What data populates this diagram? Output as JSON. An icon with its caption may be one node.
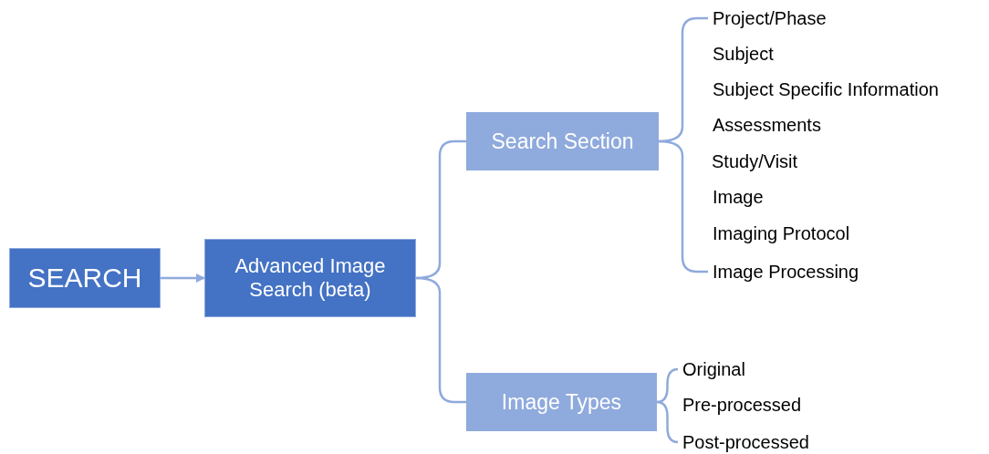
{
  "diagram": {
    "nodes": [
      {
        "text": [
          "SEARCH"
        ]
      },
      {
        "text": [
          "Advanced Image Search (beta)"
        ]
      },
      {
        "text": [
          "Search Section"
        ]
      },
      {
        "text": [
          "Project/Phase"
        ]
      },
      {
        "text": [
          "Subject"
        ]
      },
      {
        "text": [
          "Subject Specific Information"
        ]
      },
      {
        "text": [
          "Assessments"
        ]
      },
      {
        "text": [
          "Study/Visit"
        ]
      },
      {
        "text": [
          "Image"
        ]
      },
      {
        "text": [
          "Imaging Protocol"
        ]
      },
      {
        "text": [
          "Image Processing"
        ]
      },
      {
        "text": [
          "Image Types"
        ]
      },
      {
        "text": [
          "Original"
        ]
      },
      {
        "text": [
          "Pre-processed"
        ]
      },
      {
        "text": [
          "Post-processed"
        ]
      }
    ],
    "edges": [
      {
        "from": 0,
        "to": 1,
        "arrow": "to"
      },
      {
        "from": 1,
        "to": 2,
        "arrow": "none"
      },
      {
        "from": 1,
        "to": 11,
        "arrow": "none"
      },
      {
        "from": 2,
        "to": 3,
        "arrow": "none"
      },
      {
        "from": 2,
        "to": 10,
        "arrow": "none"
      },
      {
        "from": 11,
        "to": 12,
        "arrow": "none"
      },
      {
        "from": 11,
        "to": 14,
        "arrow": "none"
      }
    ]
  }
}
